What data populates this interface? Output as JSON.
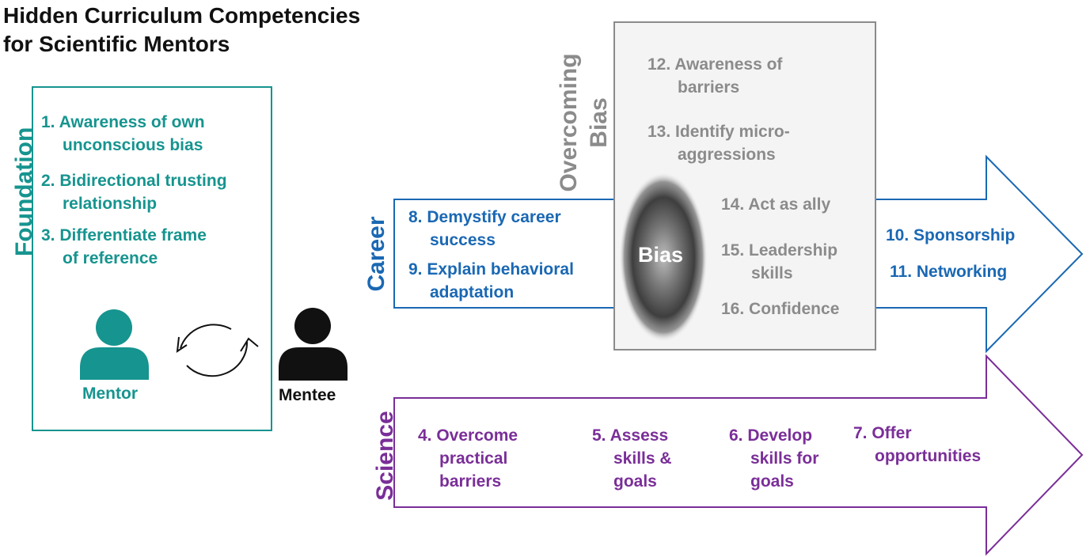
{
  "title": {
    "line1": "Hidden Curriculum Competencies",
    "line2": "for Scientific Mentors"
  },
  "colors": {
    "foundation": "#16948f",
    "career": "#1a68b3",
    "bias": "#8b8b8b",
    "science": "#7a2e98",
    "mentee": "#111111"
  },
  "foundation": {
    "label": "Foundation",
    "items": [
      {
        "line1": "1. Awareness of own",
        "line2": "unconscious bias"
      },
      {
        "line1": "2. Bidirectional trusting",
        "line2": "relationship"
      },
      {
        "line1": "3. Differentiate frame",
        "line2": "of reference"
      }
    ],
    "mentor_label": "Mentor",
    "mentee_label": "Mentee",
    "icons": [
      "person-icon",
      "cycle-arrows-icon",
      "person-icon"
    ]
  },
  "bias": {
    "label_line1": "Overcoming",
    "label_line2": "Bias",
    "center_label": "Bias",
    "items": [
      {
        "line1": "12. Awareness of",
        "line2": "barriers"
      },
      {
        "line1": "13. Identify micro-",
        "line2": "aggressions"
      },
      {
        "line1": "14. Act as ally",
        "line2": ""
      },
      {
        "line1": "15. Leadership",
        "line2": "skills"
      },
      {
        "line1": "16. Confidence",
        "line2": ""
      }
    ]
  },
  "career": {
    "label": "Career",
    "items": [
      {
        "line1": "8. Demystify career",
        "line2": "success"
      },
      {
        "line1": "9. Explain behavioral",
        "line2": "adaptation"
      },
      {
        "line1": "10. Sponsorship",
        "line2": ""
      },
      {
        "line1": "11. Networking",
        "line2": ""
      }
    ]
  },
  "science": {
    "label": "Science",
    "items": [
      {
        "line1": "4. Overcome",
        "line2": "practical",
        "line3": "barriers"
      },
      {
        "line1": "5. Assess",
        "line2": "skills &",
        "line3": "goals"
      },
      {
        "line1": "6. Develop",
        "line2": "skills for",
        "line3": "goals"
      },
      {
        "line1": "7. Offer",
        "line2": "opportunities",
        "line3": ""
      }
    ]
  }
}
